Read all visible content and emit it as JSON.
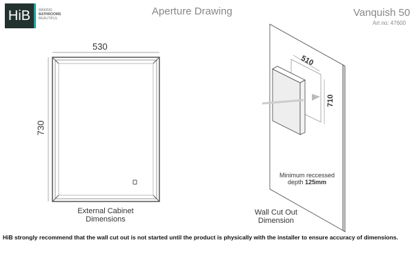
{
  "logo": {
    "text": "HiB",
    "tagline": [
      "MAKING",
      "BATHROOMS",
      "BEAUTIFUL"
    ]
  },
  "header": {
    "title": "Aperture Drawing",
    "product": "Vanquish 50",
    "article": "Art no: 47600"
  },
  "front_view": {
    "width": "530",
    "height": "730",
    "caption_line1": "External Cabinet",
    "caption_line2": "Dimensions"
  },
  "wall_view": {
    "cut_width": "510",
    "cut_height": "710",
    "depth_text": "Minimum reccessed",
    "depth_label": "depth",
    "depth_value": "125mm",
    "caption_line1": "Wall Cut Out",
    "caption_line2": "Dimension"
  },
  "footer": {
    "note": "HiB strongly recommend that the wall cut out is not started until the product is physically with the installer to ensure accuracy of dimensions."
  }
}
